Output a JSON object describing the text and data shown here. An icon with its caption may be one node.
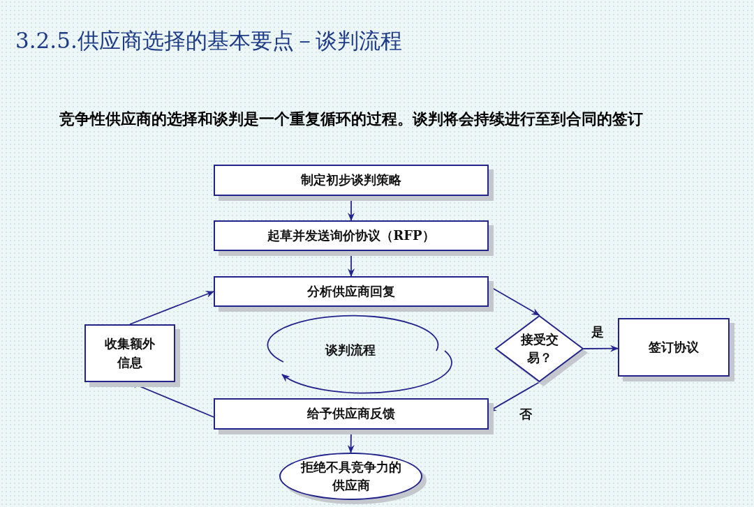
{
  "diagram": {
    "title": "3.2.5.供应商选择的基本要点－谈判流程",
    "caption": "竞争性供应商的选择和谈判是一个重复循环的过程。谈判将会持续进行至到合同的签订",
    "nodes": [
      {
        "text": [
          "制定初步谈判策略"
        ]
      },
      {
        "text": [
          "起草并发送询价协议（RFP）"
        ]
      },
      {
        "text": [
          "分析供应商回复"
        ]
      },
      {
        "text": [
          "接受交易？"
        ]
      },
      {
        "text": [
          "签订协议"
        ]
      },
      {
        "text": [
          "收集额外信息"
        ]
      },
      {
        "text": [
          "给予供应商反馈"
        ]
      },
      {
        "text": [
          "拒绝不具竞争力的供应商"
        ]
      }
    ],
    "edges": [
      {
        "from": 0,
        "to": 1,
        "arrow": "to"
      },
      {
        "from": 1,
        "to": 2,
        "arrow": "to"
      },
      {
        "from": 2,
        "to": 3,
        "arrow": "to"
      },
      {
        "from": 3,
        "to": 4,
        "arrow": "to",
        "label": "是"
      },
      {
        "from": 3,
        "to": 6,
        "arrow": "to",
        "label": "否"
      },
      {
        "from": 6,
        "to": 5,
        "arrow": "to"
      },
      {
        "from": 5,
        "to": 2,
        "arrow": "to"
      },
      {
        "from": 6,
        "to": 7,
        "arrow": "to"
      }
    ],
    "labels": [
      "谈判流程"
    ]
  }
}
